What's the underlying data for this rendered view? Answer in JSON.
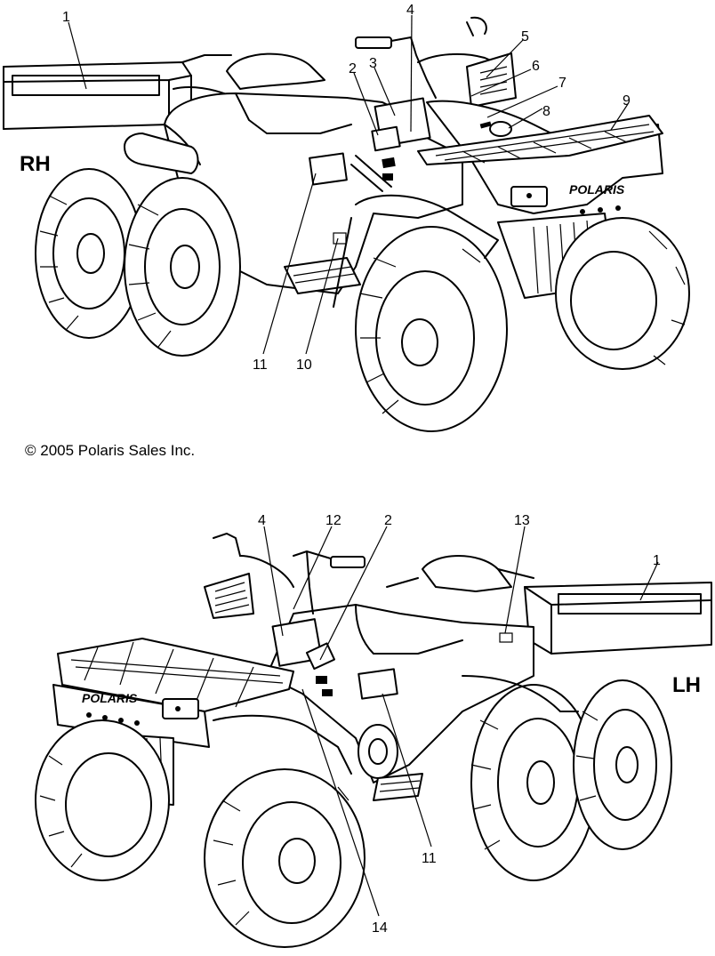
{
  "copyright": "© 2005 Polaris Sales Inc.",
  "rh_view": {
    "side_label": "RH",
    "grille_brand": "POLARIS",
    "callouts": [
      "1",
      "2",
      "3",
      "4",
      "5",
      "6",
      "7",
      "8",
      "9",
      "10",
      "11"
    ]
  },
  "lh_view": {
    "side_label": "LH",
    "grille_brand": "POLARIS",
    "callouts": [
      "1",
      "2",
      "4",
      "11",
      "12",
      "13",
      "14"
    ]
  }
}
